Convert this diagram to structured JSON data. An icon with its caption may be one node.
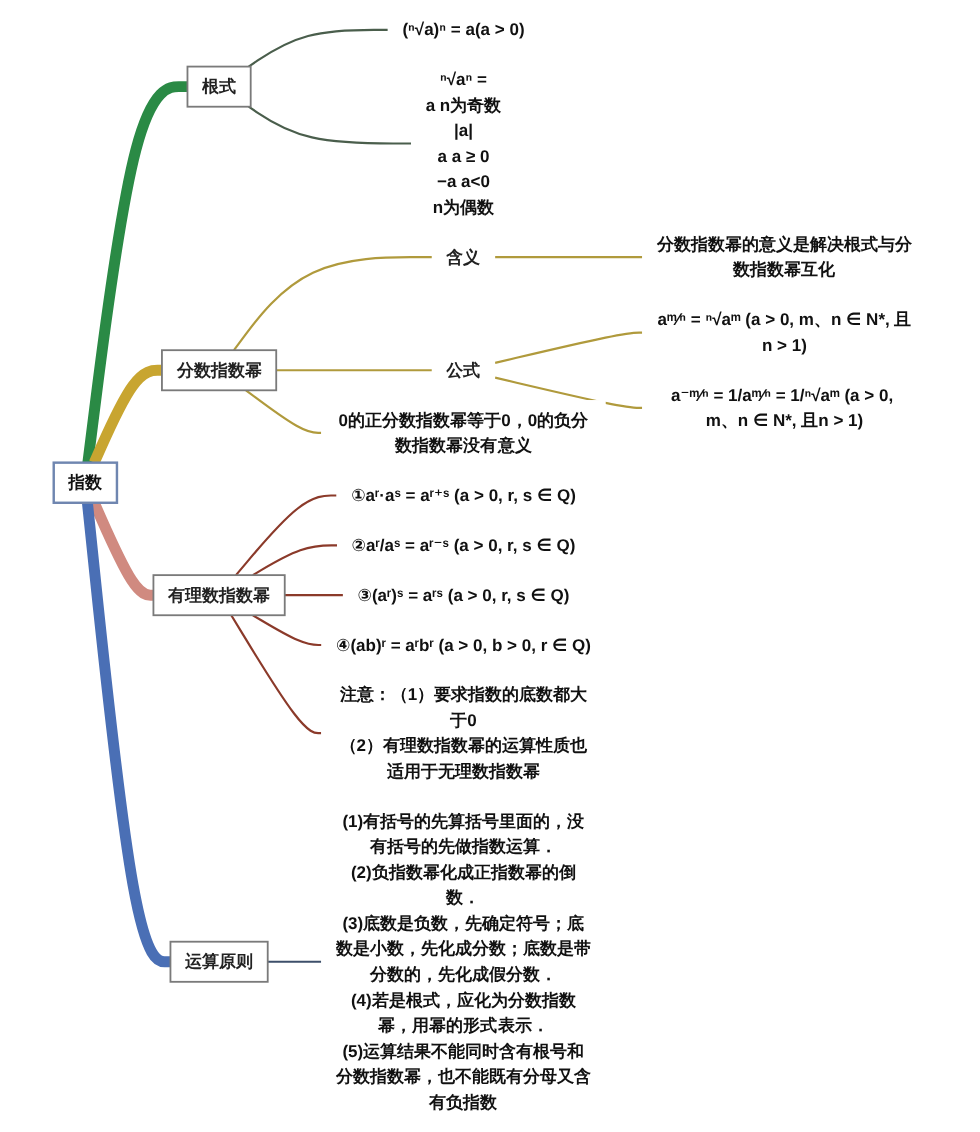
{
  "diagram": {
    "nodes": [
      {
        "text": [
          "指数"
        ]
      },
      {
        "text": [
          "根式"
        ]
      },
      {
        "text": [
          "(ⁿ√a)ⁿ = a(a > 0)"
        ]
      },
      {
        "text": [
          "ⁿ√aⁿ =",
          "a n为奇数",
          "|a|",
          "a a ≥ 0",
          "−a a<0",
          "n为偶数"
        ]
      },
      {
        "text": [
          "分数指数幂"
        ]
      },
      {
        "text": [
          "含义"
        ]
      },
      {
        "text": [
          "分数指数幂的意义是解决根式与分数指数幂互化"
        ]
      },
      {
        "text": [
          "公式"
        ]
      },
      {
        "text": [
          "aᵐ⁄ⁿ = ⁿ√aᵐ (a > 0, m、n ∈ N*, 且n > 1)"
        ]
      },
      {
        "text": [
          "a⁻ᵐ⁄ⁿ = 1/aᵐ⁄ⁿ = 1/ⁿ√aᵐ (a > 0, m、n ∈ N*, 且n > 1)"
        ]
      },
      {
        "text": [
          "0的正分数指数幂等于0，0的负分数指数幂没有意义"
        ]
      },
      {
        "text": [
          "有理数指数幂"
        ]
      },
      {
        "text": [
          "①aʳ·aˢ = aʳ⁺ˢ (a > 0, r, s ∈ Q)"
        ]
      },
      {
        "text": [
          "②aʳ/aˢ = aʳ⁻ˢ (a > 0, r, s ∈ Q)"
        ]
      },
      {
        "text": [
          "③(aʳ)ˢ = aʳˢ (a > 0, r, s ∈ Q)"
        ]
      },
      {
        "text": [
          "④(ab)ʳ = aʳbʳ (a > 0, b > 0, r ∈ Q)"
        ]
      },
      {
        "text": [
          "注意：（1）要求指数的底数都大于0",
          "（2）有理数指数幂的运算性质也适用于无理数指数幂"
        ]
      },
      {
        "text": [
          "运算原则"
        ]
      },
      {
        "text": [
          "(1)有括号的先算括号里面的，没有括号的先做指数运算．",
          "(2)负指数幂化成正指数幂的倒数．",
          "(3)底数是负数，先确定符号；底数是小数，先化成分数；底数是带分数的，先化成假分数．",
          "(4)若是根式，应化为分数指数幂，用幂的形式表示．",
          "(5)运算结果不能同时含有根号和分数指数幂，也不能既有分母又含有负指数"
        ]
      }
    ],
    "edges": [
      {
        "from": 0,
        "to": 1,
        "arrow": "none",
        "style": "thick",
        "color": "#2a8a45"
      },
      {
        "from": 1,
        "to": 2,
        "arrow": "none",
        "color": "#4a5e4c"
      },
      {
        "from": 1,
        "to": 3,
        "arrow": "none",
        "color": "#4a5e4c"
      },
      {
        "from": 0,
        "to": 4,
        "arrow": "none",
        "style": "thick",
        "color": "#c8a530"
      },
      {
        "from": 4,
        "to": 5,
        "arrow": "none",
        "color": "#b09a3c"
      },
      {
        "from": 5,
        "to": 6,
        "arrow": "none",
        "color": "#b09a3c"
      },
      {
        "from": 4,
        "to": 7,
        "arrow": "none",
        "color": "#b09a3c"
      },
      {
        "from": 7,
        "to": 8,
        "arrow": "none",
        "color": "#b09a3c"
      },
      {
        "from": 7,
        "to": 9,
        "arrow": "none",
        "color": "#b09a3c"
      },
      {
        "from": 4,
        "to": 10,
        "arrow": "none",
        "color": "#b09a3c"
      },
      {
        "from": 0,
        "to": 11,
        "arrow": "none",
        "style": "thick",
        "color": "#d08a80"
      },
      {
        "from": 11,
        "to": 12,
        "arrow": "none",
        "color": "#8b3a2a"
      },
      {
        "from": 11,
        "to": 13,
        "arrow": "none",
        "color": "#8b3a2a"
      },
      {
        "from": 11,
        "to": 14,
        "arrow": "none",
        "color": "#8b3a2a"
      },
      {
        "from": 11,
        "to": 15,
        "arrow": "none",
        "color": "#8b3a2a"
      },
      {
        "from": 11,
        "to": 16,
        "arrow": "none",
        "color": "#8b3a2a"
      },
      {
        "from": 0,
        "to": 17,
        "arrow": "none",
        "style": "thick",
        "color": "#4a6fb5"
      },
      {
        "from": 17,
        "to": 18,
        "arrow": "none",
        "color": "#3d4f6a"
      }
    ]
  }
}
